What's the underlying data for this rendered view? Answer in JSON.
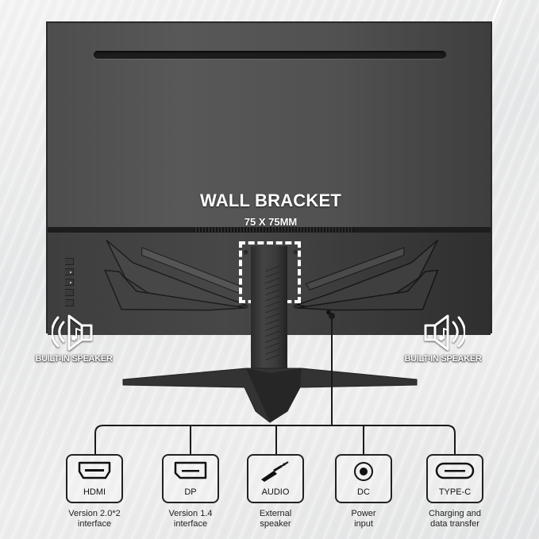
{
  "colors": {
    "background": "#ececec",
    "monitor_body": "#535353",
    "monitor_lower": "#3d3d3d",
    "text_on_dark": "#ffffff",
    "line": "#1a1a1a",
    "port_text": "#111111"
  },
  "wall_bracket": {
    "title": "WALL BRACKET",
    "size": "75 X 75MM"
  },
  "speakers": [
    {
      "label": "BUILT-IN SPEAKER",
      "icon": "speaker-sound-left-icon",
      "side": "left"
    },
    {
      "label": "BUILT-IN SPEAKER",
      "icon": "speaker-sound-right-icon",
      "side": "right"
    }
  ],
  "osd_buttons_count": 5,
  "ports": [
    {
      "label": "HDMI",
      "icon": "hdmi-port-icon",
      "desc_line1": "Version 2.0*2",
      "desc_line2": "interface"
    },
    {
      "label": "DP",
      "icon": "displayport-icon",
      "desc_line1": "Version 1.4",
      "desc_line2": "interface"
    },
    {
      "label": "AUDIO",
      "icon": "audio-jack-icon",
      "desc_line1": "External",
      "desc_line2": "speaker"
    },
    {
      "label": "DC",
      "icon": "dc-power-icon",
      "desc_line1": "Power",
      "desc_line2": "input"
    },
    {
      "label": "TYPE-C",
      "icon": "usb-type-c-icon",
      "desc_line1": "Charging and",
      "desc_line2": "data transfer"
    }
  ]
}
